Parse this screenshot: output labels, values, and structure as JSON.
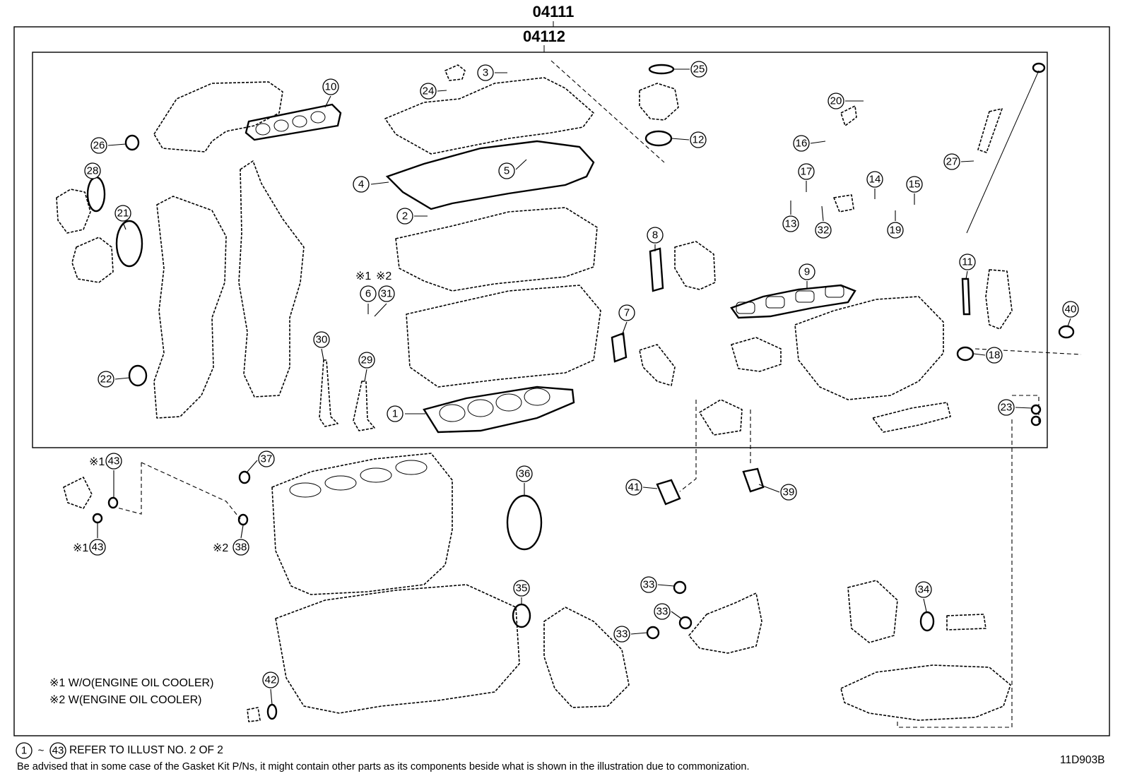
{
  "header": {
    "assembly_code": "04111",
    "subassembly_code": "04112"
  },
  "callouts": [
    {
      "id": "c1",
      "label": "1"
    },
    {
      "id": "c2",
      "label": "2"
    },
    {
      "id": "c3",
      "label": "3"
    },
    {
      "id": "c4",
      "label": "4"
    },
    {
      "id": "c5",
      "label": "5"
    },
    {
      "id": "c6",
      "label": "6"
    },
    {
      "id": "c7",
      "label": "7"
    },
    {
      "id": "c8",
      "label": "8"
    },
    {
      "id": "c9",
      "label": "9"
    },
    {
      "id": "c10",
      "label": "10"
    },
    {
      "id": "c11",
      "label": "11"
    },
    {
      "id": "c12",
      "label": "12"
    },
    {
      "id": "c13",
      "label": "13"
    },
    {
      "id": "c14",
      "label": "14"
    },
    {
      "id": "c15",
      "label": "15"
    },
    {
      "id": "c16",
      "label": "16"
    },
    {
      "id": "c17",
      "label": "17"
    },
    {
      "id": "c18",
      "label": "18"
    },
    {
      "id": "c19",
      "label": "19"
    },
    {
      "id": "c20",
      "label": "20"
    },
    {
      "id": "c21",
      "label": "21"
    },
    {
      "id": "c22",
      "label": "22"
    },
    {
      "id": "c23",
      "label": "23"
    },
    {
      "id": "c24",
      "label": "24"
    },
    {
      "id": "c25",
      "label": "25"
    },
    {
      "id": "c26",
      "label": "26"
    },
    {
      "id": "c27",
      "label": "27"
    },
    {
      "id": "c28",
      "label": "28"
    },
    {
      "id": "c29",
      "label": "29"
    },
    {
      "id": "c30",
      "label": "30"
    },
    {
      "id": "c31",
      "label": "31"
    },
    {
      "id": "c32",
      "label": "32"
    },
    {
      "id": "c33a",
      "label": "33"
    },
    {
      "id": "c33b",
      "label": "33"
    },
    {
      "id": "c33c",
      "label": "33"
    },
    {
      "id": "c34",
      "label": "34"
    },
    {
      "id": "c35",
      "label": "35"
    },
    {
      "id": "c36",
      "label": "36"
    },
    {
      "id": "c37",
      "label": "37"
    },
    {
      "id": "c38",
      "label": "38"
    },
    {
      "id": "c39",
      "label": "39"
    },
    {
      "id": "c40",
      "label": "40"
    },
    {
      "id": "c41",
      "label": "41"
    },
    {
      "id": "c42",
      "label": "42"
    },
    {
      "id": "c43a",
      "label": "43"
    },
    {
      "id": "c43b",
      "label": "43"
    }
  ],
  "condition_marks": {
    "m1": "※1",
    "m2": "※2"
  },
  "notes": {
    "note1": "※1 W/O(ENGINE OIL COOLER)",
    "note2": "※2 W(ENGINE OIL COOLER)"
  },
  "footer": {
    "range_start": "1",
    "range_sep": "~",
    "range_end": "43",
    "refer_text": "REFER TO ILLUST NO. 2 OF 2",
    "advisory": "Be advised that in some case of the Gasket Kit P/Ns,  it might contain other parts as its components beside what is shown in the illustration due to commonization.",
    "illustration_id": "11D903B"
  }
}
